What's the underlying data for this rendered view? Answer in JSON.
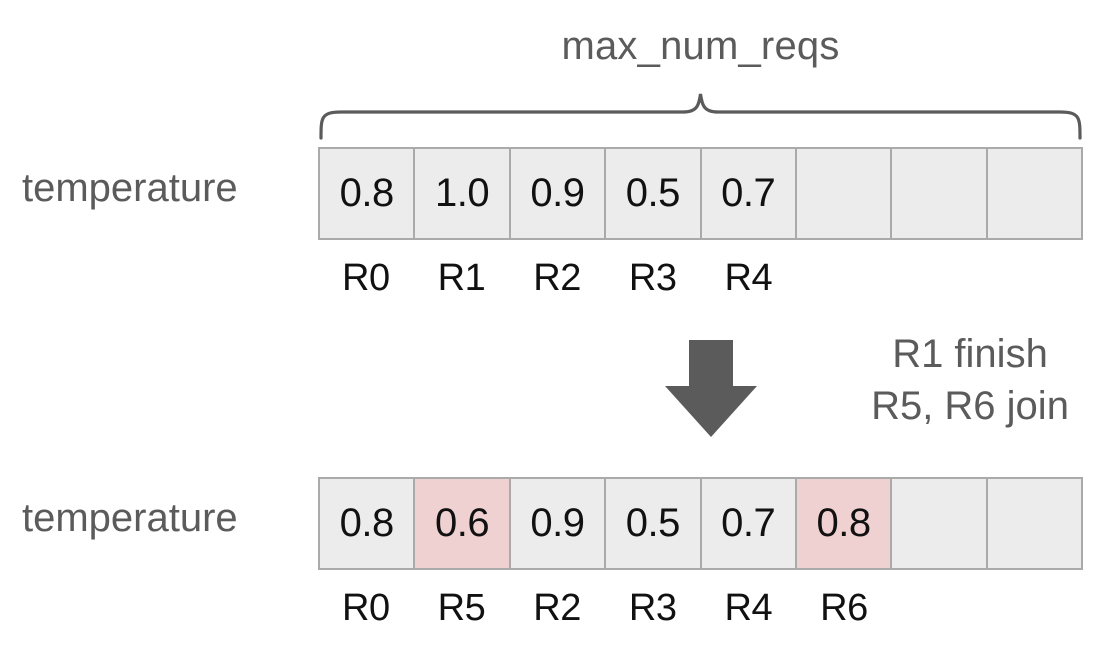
{
  "diagram": {
    "brace_label": "max_num_reqs",
    "transition_note": {
      "line1": "R1 finish",
      "line2": "R5, R6 join"
    },
    "icons": {
      "down_arrow": "down-arrow-icon",
      "curly_brace": "curly-brace-icon"
    },
    "colors": {
      "cell_fill": "#ececec",
      "cell_border": "#aaaaaa",
      "highlight_fill": "#f0d1d1",
      "label_text": "#5b5b5b",
      "value_text": "#111111",
      "arrow_fill": "#5b5b5b",
      "brace_stroke": "#5b5b5b"
    },
    "num_slots": 8,
    "rows": [
      {
        "label": "temperature",
        "cells": [
          {
            "value": "0.8",
            "request": "R0",
            "filled": true,
            "highlight": false
          },
          {
            "value": "1.0",
            "request": "R1",
            "filled": true,
            "highlight": false
          },
          {
            "value": "0.9",
            "request": "R2",
            "filled": true,
            "highlight": false
          },
          {
            "value": "0.5",
            "request": "R3",
            "filled": true,
            "highlight": false
          },
          {
            "value": "0.7",
            "request": "R4",
            "filled": true,
            "highlight": false
          },
          {
            "value": "",
            "request": "",
            "filled": false,
            "highlight": false
          },
          {
            "value": "",
            "request": "",
            "filled": false,
            "highlight": false
          },
          {
            "value": "",
            "request": "",
            "filled": false,
            "highlight": false
          }
        ]
      },
      {
        "label": "temperature",
        "cells": [
          {
            "value": "0.8",
            "request": "R0",
            "filled": true,
            "highlight": false
          },
          {
            "value": "0.6",
            "request": "R5",
            "filled": true,
            "highlight": true
          },
          {
            "value": "0.9",
            "request": "R2",
            "filled": true,
            "highlight": false
          },
          {
            "value": "0.5",
            "request": "R3",
            "filled": true,
            "highlight": false
          },
          {
            "value": "0.7",
            "request": "R4",
            "filled": true,
            "highlight": false
          },
          {
            "value": "0.8",
            "request": "R6",
            "filled": true,
            "highlight": true
          },
          {
            "value": "",
            "request": "",
            "filled": false,
            "highlight": false
          },
          {
            "value": "",
            "request": "",
            "filled": false,
            "highlight": false
          }
        ]
      }
    ]
  }
}
